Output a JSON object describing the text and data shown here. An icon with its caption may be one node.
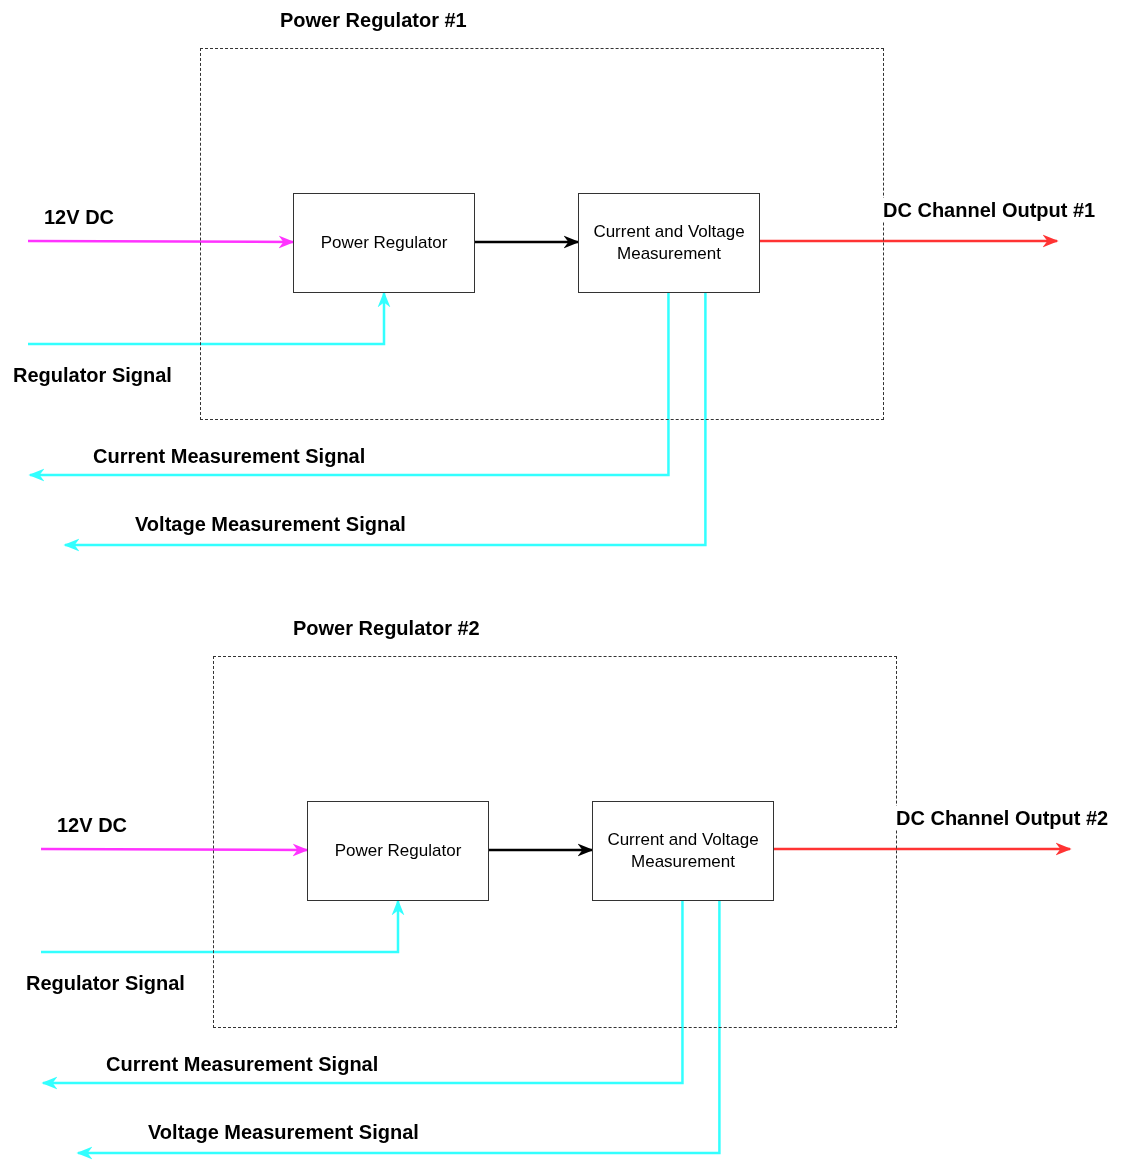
{
  "diagram": {
    "nodes": [
      {
        "text": [
          "Power Regulator #1"
        ]
      },
      {
        "text": [
          "Power Regulator"
        ],
        "in": 0
      },
      {
        "text": [
          "Current and Voltage Measurement"
        ],
        "in": 0
      },
      {
        "text": [
          "Power Regulator #2"
        ]
      },
      {
        "text": [
          "Power Regulator"
        ],
        "in": 3
      },
      {
        "text": [
          "Current and Voltage Measurement"
        ],
        "in": 3
      }
    ],
    "edges": [
      {
        "from": null,
        "to": 1,
        "arrow": "to",
        "label": "12V DC",
        "color": "#ff33ff"
      },
      {
        "from": null,
        "to": 1,
        "arrow": "to",
        "label": "Regulator Signal",
        "color": "#33ffff"
      },
      {
        "from": 1,
        "to": 2,
        "arrow": "to",
        "color": "#000000"
      },
      {
        "from": 2,
        "to": null,
        "arrow": "to",
        "label": "DC Channel Output #1",
        "color": "#ff3333"
      },
      {
        "from": 2,
        "to": null,
        "arrow": "to",
        "label": "Current Measurement Signal",
        "color": "#33ffff"
      },
      {
        "from": 2,
        "to": null,
        "arrow": "to",
        "label": "Voltage Measurement Signal",
        "color": "#33ffff"
      },
      {
        "from": null,
        "to": 4,
        "arrow": "to",
        "label": "12V DC",
        "color": "#ff33ff"
      },
      {
        "from": null,
        "to": 4,
        "arrow": "to",
        "label": "Regulator Signal",
        "color": "#33ffff"
      },
      {
        "from": 4,
        "to": 5,
        "arrow": "to",
        "color": "#000000"
      },
      {
        "from": 5,
        "to": null,
        "arrow": "to",
        "label": "DC Channel Output #2",
        "color": "#ff3333"
      },
      {
        "from": 5,
        "to": null,
        "arrow": "to",
        "label": "Current Measurement Signal",
        "color": "#33ffff"
      },
      {
        "from": 5,
        "to": null,
        "arrow": "to",
        "label": "Voltage Measurement Signal",
        "color": "#33ffff"
      }
    ]
  }
}
